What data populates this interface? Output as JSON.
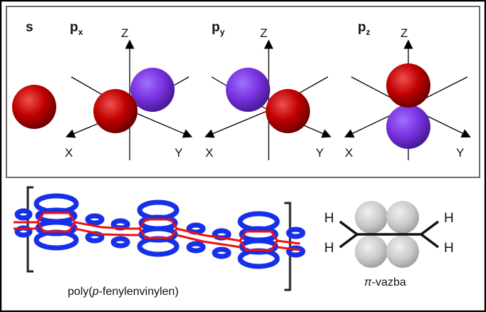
{
  "orbitals": {
    "s": {
      "label": "s"
    },
    "px": {
      "base": "p",
      "sub": "x"
    },
    "py": {
      "base": "p",
      "sub": "y"
    },
    "pz": {
      "base": "p",
      "sub": "z"
    }
  },
  "axes": {
    "z": "Z",
    "x": "X",
    "y": "Y"
  },
  "polymer": {
    "caption_prefix": "poly(",
    "caption_italic": "p",
    "caption_suffix": "-fenylenvinylen)"
  },
  "pibond": {
    "caption_symbol": "π",
    "caption_text": "-vazba",
    "h_label": "H"
  },
  "colors": {
    "red_orbital": "#c00000",
    "purple_orbital": "#7a33e0",
    "blue_orbital": "#1530e8",
    "red_bond": "#f01010",
    "bracket": "#222222",
    "grey_lobe": "#c8c8c8"
  }
}
